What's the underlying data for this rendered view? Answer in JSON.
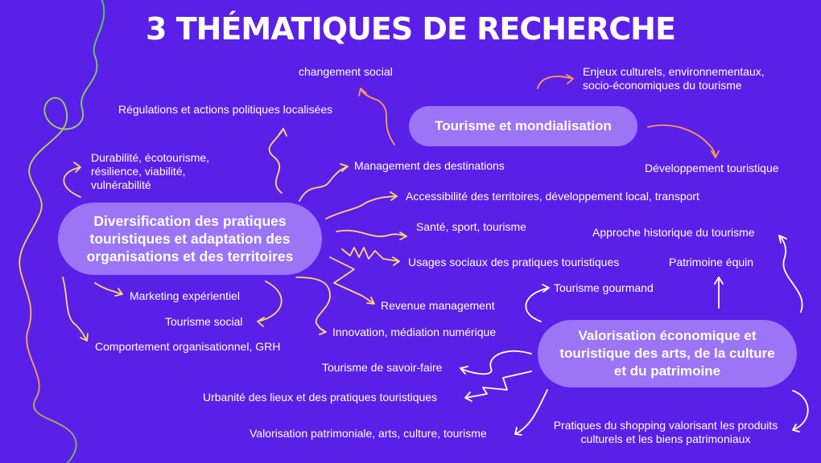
{
  "title": "3 THÉMATIQUES DE RECHERCHE",
  "themes": {
    "diversification": "Diversification des pratiques touristiques et adaptation des organisations et des territoires",
    "mondialisation": "Tourisme et mondialisation",
    "valorisation": "Valorisation économique et touristique des arts, de la culture et du patrimoine"
  },
  "topics": {
    "changement_social": "changement social",
    "regulations": "Régulations et actions politiques localisées",
    "durabilite": "Durabilité, écotourisme, résilience, viabilité, vulnérabilité",
    "management": "Management des destinations",
    "accessibilite": "Accessibilité des territoires, développement local, transport",
    "sante": "Santé, sport, tourisme",
    "usages": "Usages sociaux des pratiques touristiques",
    "marketing": "Marketing expérientiel",
    "revenue": "Revenue management",
    "tourisme_social": "Tourisme social",
    "innovation": "Innovation, médiation numérique",
    "comportement": "Comportement organisationnel, GRH",
    "enjeux": "Enjeux culturels, environnementaux, socio-économiques du tourisme",
    "developpement": "Développement touristique",
    "approche": "Approche historique du tourisme",
    "patrimoine_equin": "Patrimoine équin",
    "gourmand": "Tourisme gourmand",
    "savoir_faire": "Tourisme de savoir-faire",
    "urbanite": "Urbanité des lieux et des pratiques touristiques",
    "valorisation_patrimoniale": "Valorisation patrimoniale, arts, culture, tourisme",
    "shopping": "Pratiques du shopping valorisant les produits culturels et les biens patrimoniaux"
  },
  "colors": {
    "background": "#5a20e8",
    "pill": "#9b75f5",
    "text": "#ffffff",
    "arrow_yellow": "#ffd86b",
    "arrow_orange": "#ff9a52",
    "arrow_white": "#ffffff",
    "squiggle_green": "#3ecf55",
    "squiggle_yellow": "#ffd23a"
  }
}
